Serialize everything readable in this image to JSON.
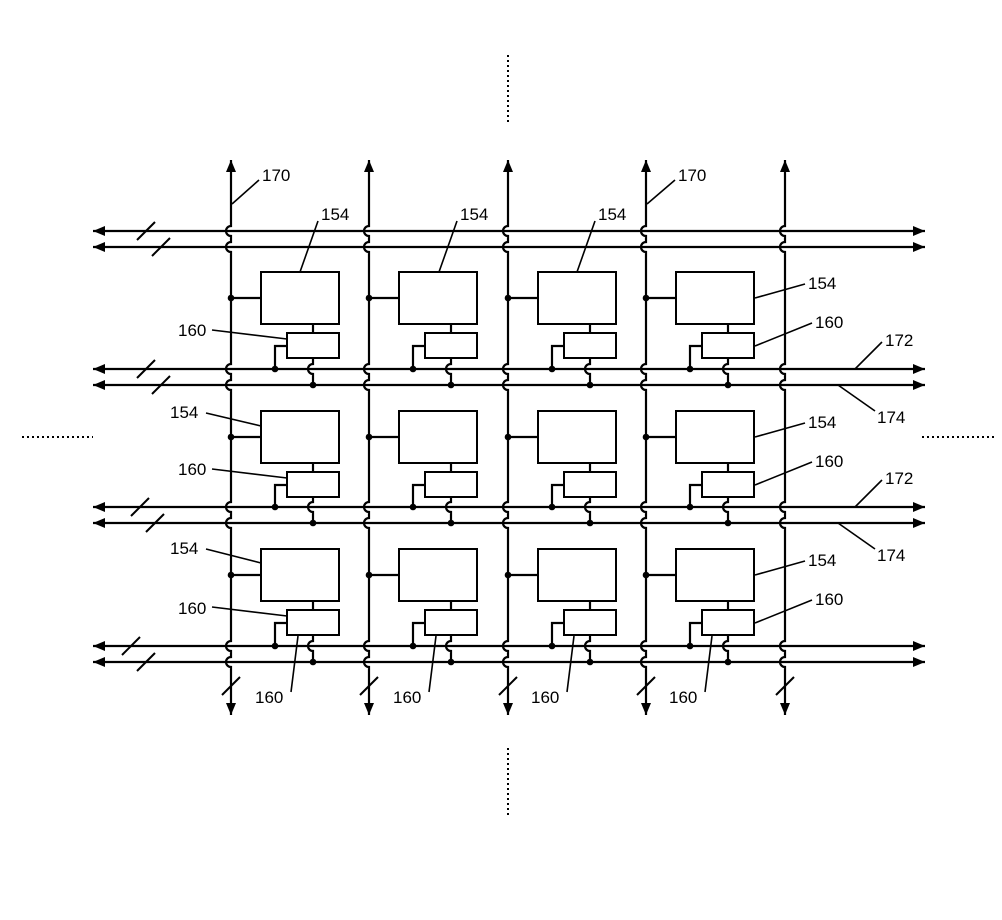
{
  "reference_numerals": {
    "n170": "170",
    "n154": "154",
    "n160": "160",
    "n172": "172",
    "n174": "174"
  }
}
